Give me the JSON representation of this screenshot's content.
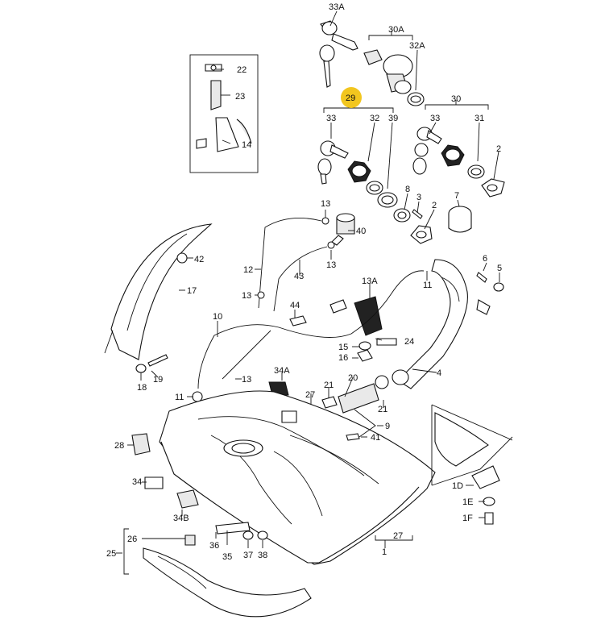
{
  "highlight_color": "#f2c61f",
  "highlighted_callout": "29",
  "callouts": {
    "c33A": "33A",
    "c30A": "30A",
    "c32A": "32A",
    "c22": "22",
    "c23": "23",
    "c14": "14",
    "c29": "29",
    "c33a": "33",
    "c32": "32",
    "c39": "39",
    "c30": "30",
    "c33b": "33",
    "c31": "31",
    "c2a": "2",
    "c8": "8",
    "c3": "3",
    "c2b": "2",
    "c7": "7",
    "c13a": "13",
    "c40": "40",
    "c13b": "13",
    "c12": "12",
    "c43": "43",
    "c13c": "13",
    "c42": "42",
    "c17": "17",
    "c6": "6",
    "c5": "5",
    "c11a": "11",
    "c13A": "13A",
    "c44": "44",
    "c10": "10",
    "c24": "24",
    "c15": "15",
    "c16": "16",
    "c4": "4",
    "c34A": "34A",
    "c13d": "13",
    "c20": "20",
    "c21a": "21",
    "c27a": "27",
    "c21b": "21",
    "c11b": "11",
    "c18": "18",
    "c19": "19",
    "c28": "28",
    "c9": "9",
    "c41": "41",
    "c34": "34",
    "c34B": "34B",
    "c1D": "1D",
    "c1E": "1E",
    "c1F": "1F",
    "c26": "26",
    "c25": "25",
    "c36": "36",
    "c35": "35",
    "c37": "37",
    "c38": "38",
    "c27b": "27",
    "c1": "1"
  }
}
